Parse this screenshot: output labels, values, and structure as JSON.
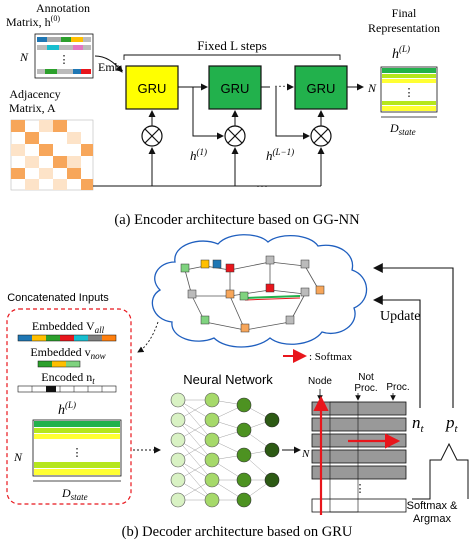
{
  "encoder": {
    "annotation_label_line1": "Annotation",
    "annotation_label_line2": "Matrix, h",
    "annotation_sup": "(0)",
    "n_label": "N",
    "emb_label": "Emb.",
    "fixed_steps_label": "Fixed L steps",
    "adjacency_line1": "Adjacency",
    "adjacency_line2": "Matrix, A",
    "gru_label": "GRU",
    "ellipsis": "···",
    "h1_label": "h",
    "h1_sup": "(1)",
    "hl1_label": "h",
    "hl1_sup": "(L−1)",
    "final_line1": "Final",
    "final_line2": "Representation",
    "final_h": "h",
    "final_sup": "(L)",
    "final_n": "N",
    "dstate_label": "D",
    "dstate_sub": "state",
    "caption": "(a) Encoder architecture based on GG-NN"
  },
  "decoder": {
    "concat_title": "Concatenated Inputs",
    "embedded_all": "Embedded V",
    "embedded_all_sub": "all",
    "embedded_now": "Embedded v",
    "embedded_now_sub": "now",
    "encoded_nt": "Encoded n",
    "encoded_nt_sub": "t",
    "hL": "h",
    "hL_sup": "(L)",
    "n_label": "N",
    "dstate_label": "D",
    "dstate_sub": "state",
    "nn_label": "Neural Network",
    "softmax_legend": ": Softmax",
    "node_label": "Node",
    "notproc_line1": "Not",
    "notproc_line2": "Proc.",
    "proc_label": "Proc.",
    "update_label": "Update",
    "nt_label": "n",
    "nt_sub": "t",
    "pt_label": "p",
    "pt_sub": "t",
    "softmax_argmax_line1": "Softmax &",
    "softmax_argmax_line2": "Argmax",
    "caption": "(b) Decoder architecture based on GRU"
  },
  "colors": {
    "gru_yellow": "#ffff00",
    "gru_green": "#22b14c",
    "bar_green": "#22b14c",
    "bar_lightgreen": "#b5e61d",
    "bar_yellow": "#ffff33",
    "adj_orange": "#f7a65a",
    "adj_light": "#fde3c8",
    "arrow_red": "#e8161c",
    "dash_red": "#e8161c"
  }
}
